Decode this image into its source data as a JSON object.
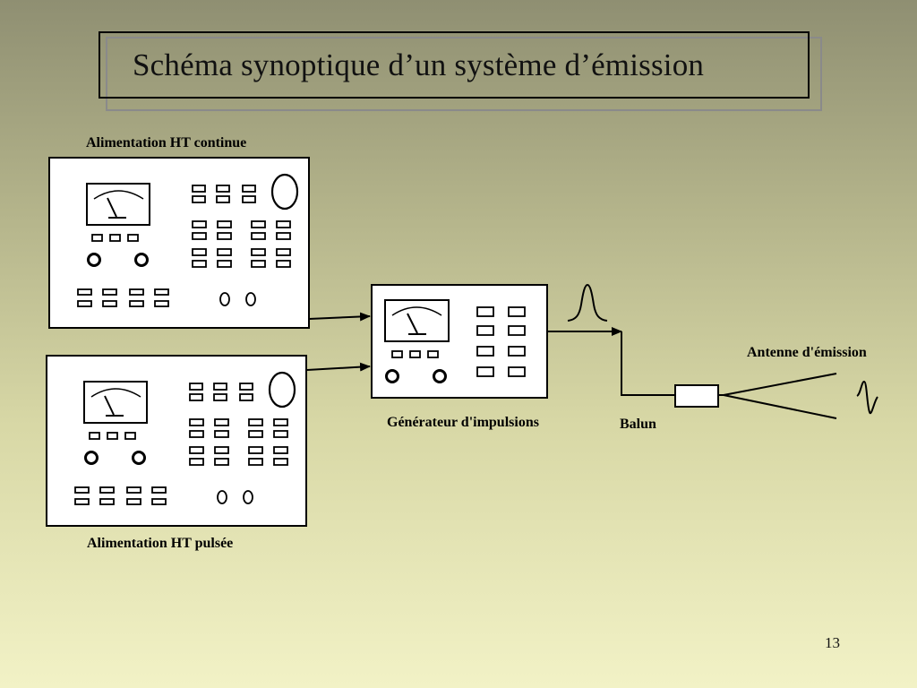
{
  "slide": {
    "title": "Schéma synoptique d’un système d’émission",
    "page_number": "13"
  },
  "diagram": {
    "labels": {
      "ht_continue": "Alimentation HT continue",
      "ht_pulsee": "Alimentation HT pulsée",
      "generator": "Générateur d'impulsions",
      "balun": "Balun",
      "antenna": "Antenne d'émission"
    }
  }
}
